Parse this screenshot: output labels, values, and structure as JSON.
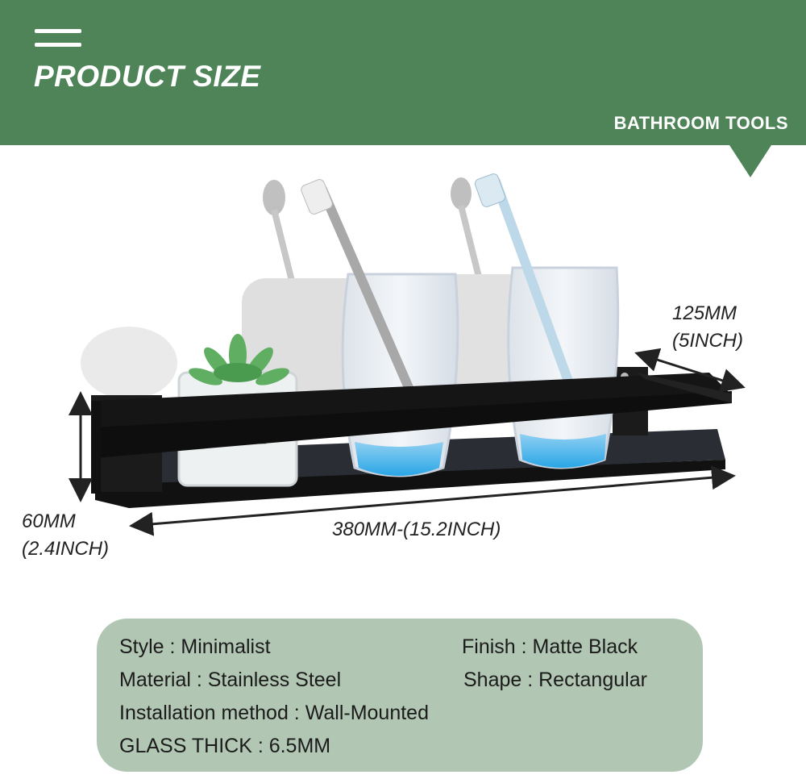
{
  "header": {
    "title": "PRODUCT SIZE",
    "tag": "BATHROOM TOOLS",
    "menu_icon": "hamburger-menu-icon",
    "color": "#4f8459"
  },
  "dimensions": {
    "depth_mm": "125MM",
    "depth_in": "(5INCH)",
    "height_mm": "60MM",
    "height_in": "(2.4INCH)",
    "length": "380MM-(15.2INCH)"
  },
  "specs": {
    "style": "Style : Minimalist",
    "finish": "Finish : Matte Black",
    "material": "Material : Stainless Steel",
    "shape": "Shape : Rectangular",
    "installation": "Installation method : Wall-Mounted",
    "glass": "GLASS THICK : 6.5MM",
    "panel_color": "#b2c7b3"
  }
}
